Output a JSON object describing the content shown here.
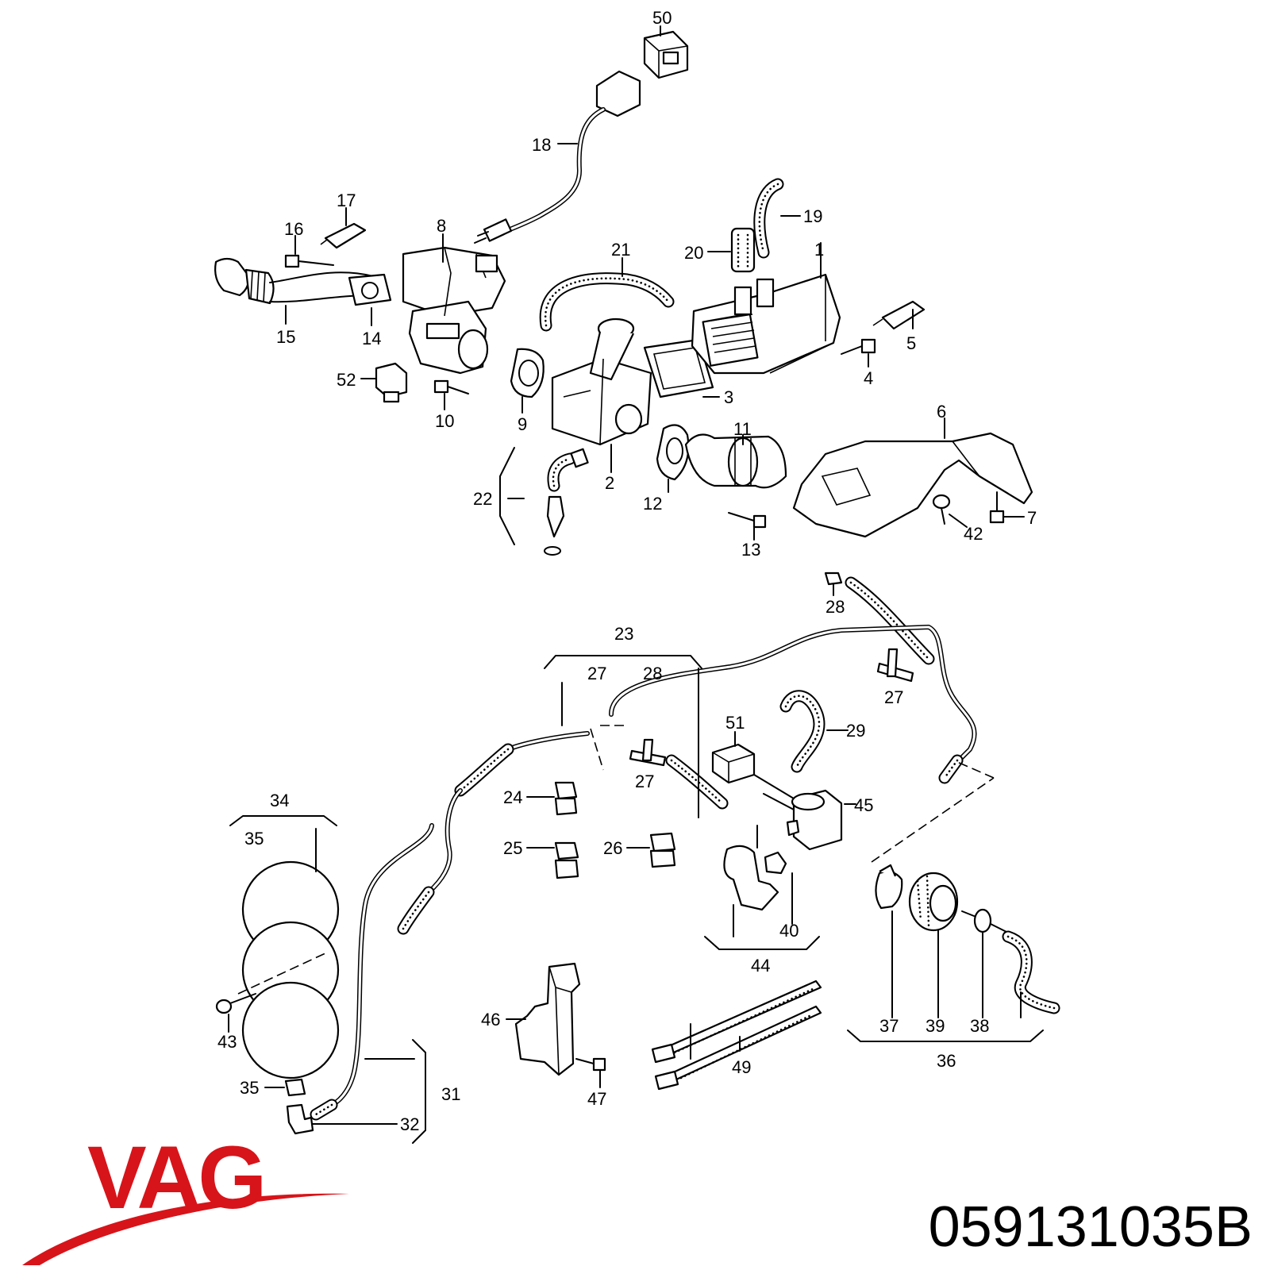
{
  "brand": {
    "name": "VAG",
    "color": "#d7141a"
  },
  "part_number": "059131035B",
  "callouts": [
    {
      "id": "c50",
      "text": "50"
    },
    {
      "id": "c18",
      "text": "18"
    },
    {
      "id": "c17",
      "text": "17"
    },
    {
      "id": "c16",
      "text": "16"
    },
    {
      "id": "c8",
      "text": "8"
    },
    {
      "id": "c21",
      "text": "21"
    },
    {
      "id": "c19",
      "text": "19"
    },
    {
      "id": "c20",
      "text": "20"
    },
    {
      "id": "c1",
      "text": "1"
    },
    {
      "id": "c5",
      "text": "5"
    },
    {
      "id": "c15",
      "text": "15"
    },
    {
      "id": "c14",
      "text": "14"
    },
    {
      "id": "c52",
      "text": "52"
    },
    {
      "id": "c10",
      "text": "10"
    },
    {
      "id": "c9",
      "text": "9"
    },
    {
      "id": "c4",
      "text": "4"
    },
    {
      "id": "c3",
      "text": "3"
    },
    {
      "id": "c6",
      "text": "6"
    },
    {
      "id": "c11",
      "text": "11"
    },
    {
      "id": "c2",
      "text": "2"
    },
    {
      "id": "c12",
      "text": "12"
    },
    {
      "id": "c22",
      "text": "22"
    },
    {
      "id": "c42",
      "text": "42"
    },
    {
      "id": "c7",
      "text": "7"
    },
    {
      "id": "c13",
      "text": "13"
    },
    {
      "id": "c28a",
      "text": "28"
    },
    {
      "id": "c23",
      "text": "23"
    },
    {
      "id": "c27a",
      "text": "27"
    },
    {
      "id": "c28b",
      "text": "28"
    },
    {
      "id": "c27b",
      "text": "27"
    },
    {
      "id": "c29",
      "text": "29"
    },
    {
      "id": "c51",
      "text": "51"
    },
    {
      "id": "c27c",
      "text": "27"
    },
    {
      "id": "c24",
      "text": "24"
    },
    {
      "id": "c45",
      "text": "45"
    },
    {
      "id": "c34",
      "text": "34"
    },
    {
      "id": "c35a",
      "text": "35"
    },
    {
      "id": "c25",
      "text": "25"
    },
    {
      "id": "c26",
      "text": "26"
    },
    {
      "id": "c40",
      "text": "40"
    },
    {
      "id": "c44",
      "text": "44"
    },
    {
      "id": "c43",
      "text": "43"
    },
    {
      "id": "c46",
      "text": "46"
    },
    {
      "id": "c37",
      "text": "37"
    },
    {
      "id": "c39",
      "text": "39"
    },
    {
      "id": "c38",
      "text": "38"
    },
    {
      "id": "c36",
      "text": "36"
    },
    {
      "id": "c49",
      "text": "49"
    },
    {
      "id": "c35b",
      "text": "35"
    },
    {
      "id": "c31",
      "text": "31"
    },
    {
      "id": "c47",
      "text": "47"
    },
    {
      "id": "c32",
      "text": "32"
    }
  ]
}
